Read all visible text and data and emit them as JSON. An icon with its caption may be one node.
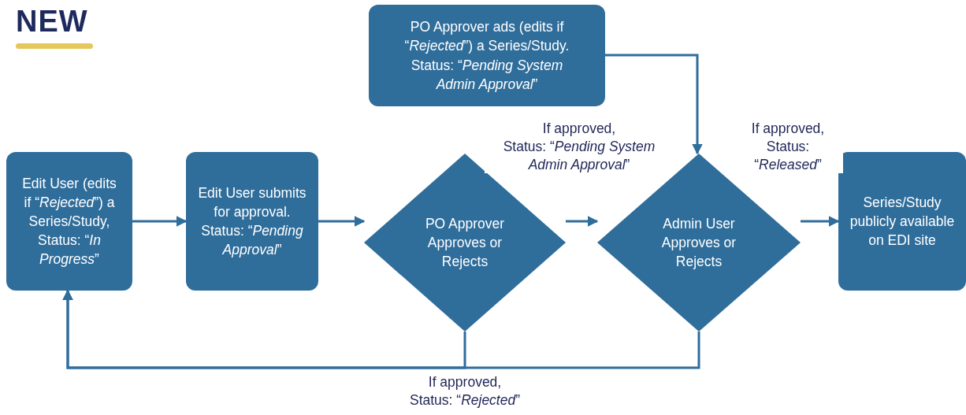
{
  "diagram": {
    "title": "NEW",
    "nodes": [
      {
        "text": [
          "Edit User (edits if “*Rejected*”) a Series/Study, Status: “*In Progress*”"
        ]
      },
      {
        "text": [
          "Edit User submits for approval. Status: “*Pending Approval*”"
        ]
      },
      {
        "text": [
          "PO Approver Approves or Rejects"
        ]
      },
      {
        "text": [
          "PO Approver ads (edits if “*Rejected*”) a Series/Study. Status: “*Pending System Admin Approval*”"
        ]
      },
      {
        "text": [
          "Admin User Approves or Rejects"
        ]
      },
      {
        "text": [
          "Series/Study publicly available on EDI site"
        ]
      }
    ],
    "edges": [
      {
        "from": 0,
        "to": 1,
        "arrow": "to"
      },
      {
        "from": 1,
        "to": 2,
        "arrow": "to"
      },
      {
        "from": 2,
        "to": 4,
        "arrow": "to",
        "label": "If approved, Status: “*Pending System Admin Approval*”"
      },
      {
        "from": 3,
        "to": 4,
        "arrow": "to"
      },
      {
        "from": 4,
        "to": 5,
        "arrow": "to",
        "label": "If approved, Status: “*Released*”"
      },
      {
        "from": 2,
        "to": 0,
        "arrow": "to",
        "label": "If approved, Status: “*Rejected*”"
      },
      {
        "from": 4,
        "to": 0,
        "arrow": "to"
      }
    ]
  }
}
